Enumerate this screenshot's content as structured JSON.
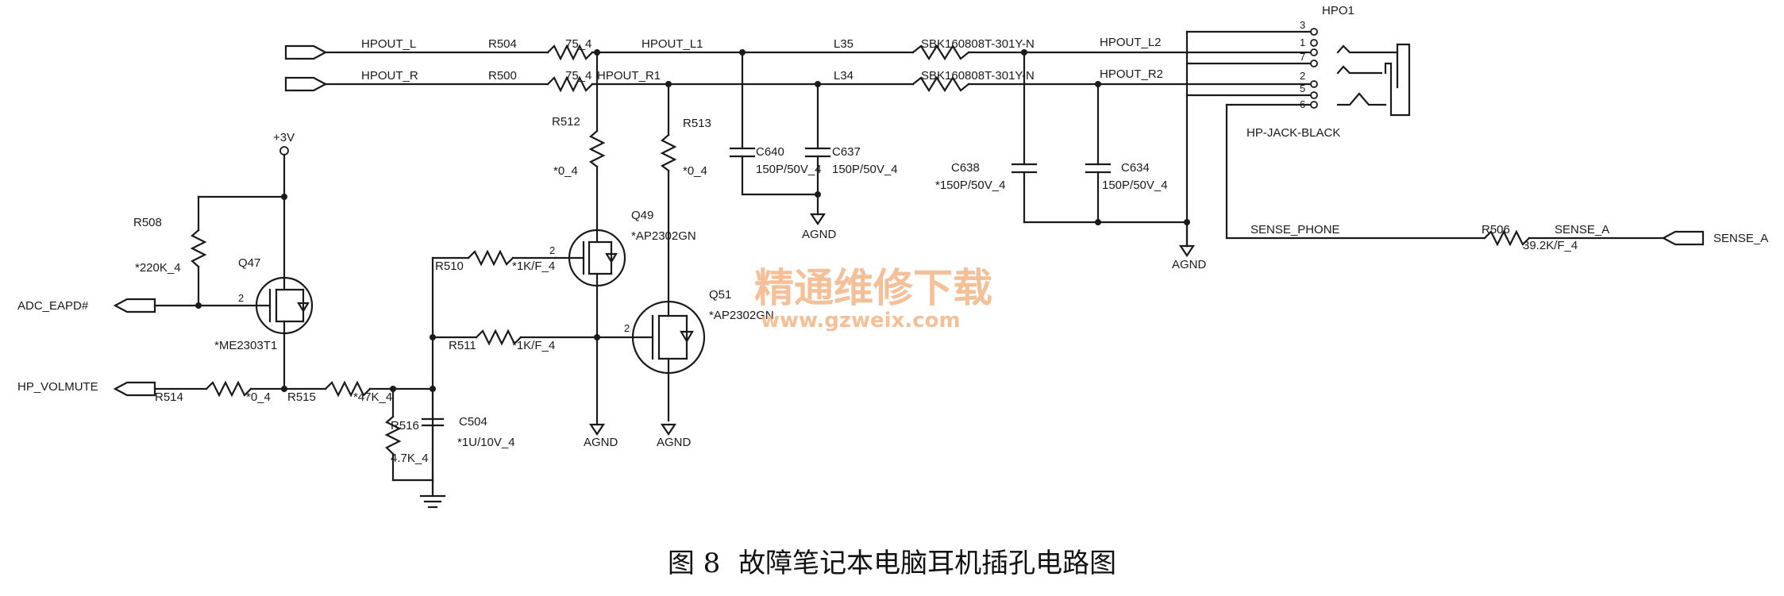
{
  "caption": {
    "fig": "图 8",
    "title": "故障笔记本电脑耳机插孔电路图"
  },
  "watermark": {
    "cn": "精通维修下载",
    "url": "www.gzweix.com"
  },
  "nets": {
    "hpout_l": "HPOUT_L",
    "hpout_r": "HPOUT_R",
    "hpout_l1": "HPOUT_L1",
    "hpout_r1": "HPOUT_R1",
    "hpout_l2": "HPOUT_L2",
    "hpout_r2": "HPOUT_R2",
    "adc": "ADC_EAPD#",
    "volmute": "HP_VOLMUTE",
    "sense_phone": "SENSE_PHONE",
    "sense_a_net": "SENSE_A",
    "sense_a_port": "SENSE_A",
    "plus3v": "+3V",
    "agnd": "AGND"
  },
  "parts": {
    "r504": "R504",
    "r504v": "75_4",
    "r500": "R500",
    "r500v": "75_4",
    "l35": "L35",
    "l35v": "SBK160808T-301Y-N",
    "l34": "L34",
    "l34v": "SBK160808T-301Y-N",
    "r512": "R512",
    "r512v": "*0_4",
    "r513": "R513",
    "r513v": "*0_4",
    "c640": "C640",
    "c640v": "150P/50V_4",
    "c637": "C637",
    "c637v": "150P/50V_4",
    "c638": "C638",
    "c638v": "*150P/50V_4",
    "c634": "C634",
    "c634v": "150P/50V_4",
    "r508": "R508",
    "r508v": "*220K_4",
    "q47": "Q47",
    "q47v": "*ME2303T1",
    "q49": "Q49",
    "q49v": "*AP2302GN",
    "q51": "Q51",
    "q51v": "*AP2302GN",
    "r510": "R510",
    "r510v": "*1K/F_4",
    "r511": "R511",
    "r511v": "*1K/F_4",
    "r514": "R514",
    "r514v": "*0_4",
    "r515": "R515",
    "r515v": "*47K_4",
    "r516": "R516",
    "r516v": "4.7K_4",
    "c504": "C504",
    "c504v": "*1U/10V_4",
    "r506": "R506",
    "r506v": "39.2K/F_4",
    "hpo1": "HPO1",
    "jack": "HP-JACK-BLACK",
    "pin3": "3",
    "pin1": "1",
    "pin7": "7",
    "pin2": "2",
    "pin5": "5",
    "pin6": "6",
    "q49_g": "2",
    "q51_g": "2",
    "q47_g": "2"
  }
}
